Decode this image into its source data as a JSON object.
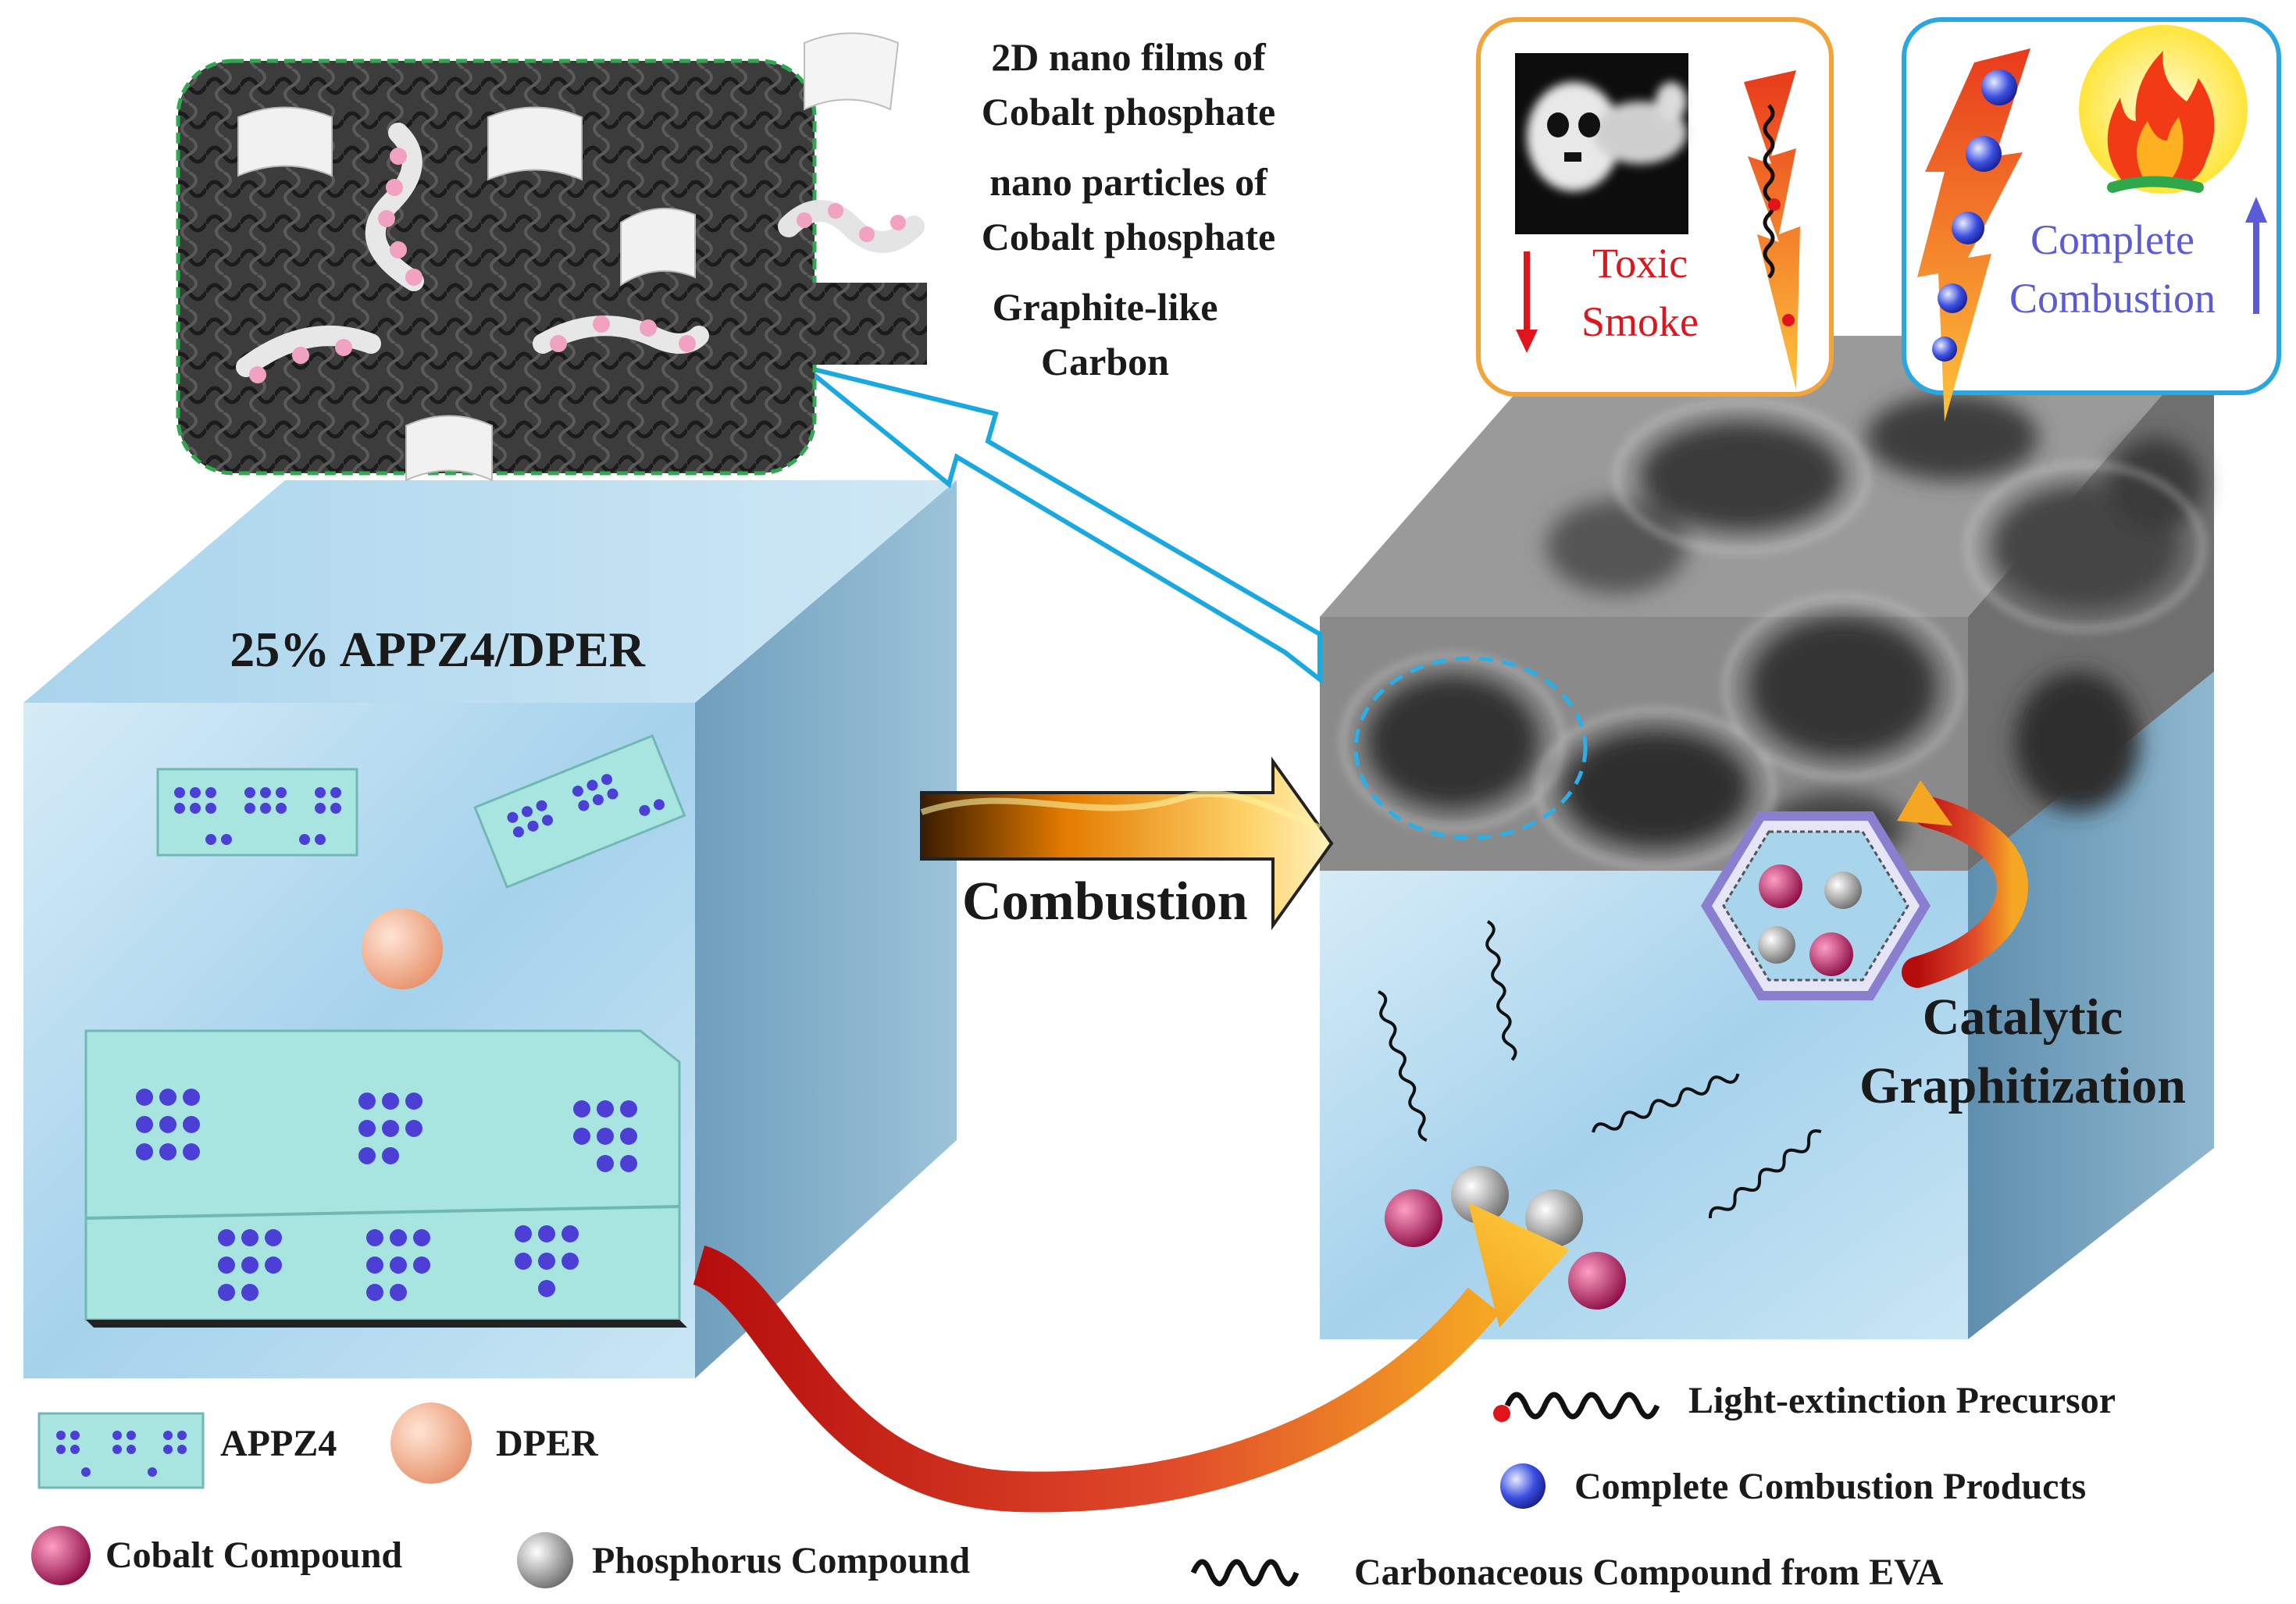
{
  "left_block": {
    "title": "25% APPZ4/DPER"
  },
  "process": {
    "arrow_label": "Combustion"
  },
  "right_block": {
    "catalytic_label_line1": "Catalytic",
    "catalytic_label_line2": "Graphitization"
  },
  "inset_toxic": {
    "line1": "Toxic",
    "line2": "Smoke"
  },
  "inset_complete": {
    "line1": "Complete",
    "line2": "Combustion"
  },
  "top_legend": [
    {
      "icon": "film-icon",
      "line1": "2D nano films of",
      "line2": "Cobalt phosphate"
    },
    {
      "icon": "particle-chain-icon",
      "line1": "nano particles of",
      "line2": "Cobalt phosphate"
    },
    {
      "icon": "graphite-swatch-icon",
      "line1": "Graphite-like",
      "line2": "Carbon"
    }
  ],
  "bottom_legend": {
    "appz4": "APPZ4",
    "dper": "DPER",
    "cobalt": "Cobalt Compound",
    "phosphorus": "Phosphorus Compound",
    "light_extinction": "Light-extinction Precursor",
    "complete_products": "Complete Combustion Products",
    "carbonaceous": "Carbonaceous Compound from EVA"
  },
  "colors": {
    "box_blue": "#a9d5ec",
    "graphite_dark": "#3a3a3a",
    "inset_green_border": "#2fa84f",
    "toxic_border": "#f2a33a",
    "complete_border": "#2aa6e0",
    "toxic_red": "#e0141a",
    "complete_purple": "#5b5bd8",
    "cobalt": "#c2185b",
    "dper": "#f7b899",
    "appz4": "#a8e4e0",
    "hexagon_purple": "#8a7fcf"
  }
}
